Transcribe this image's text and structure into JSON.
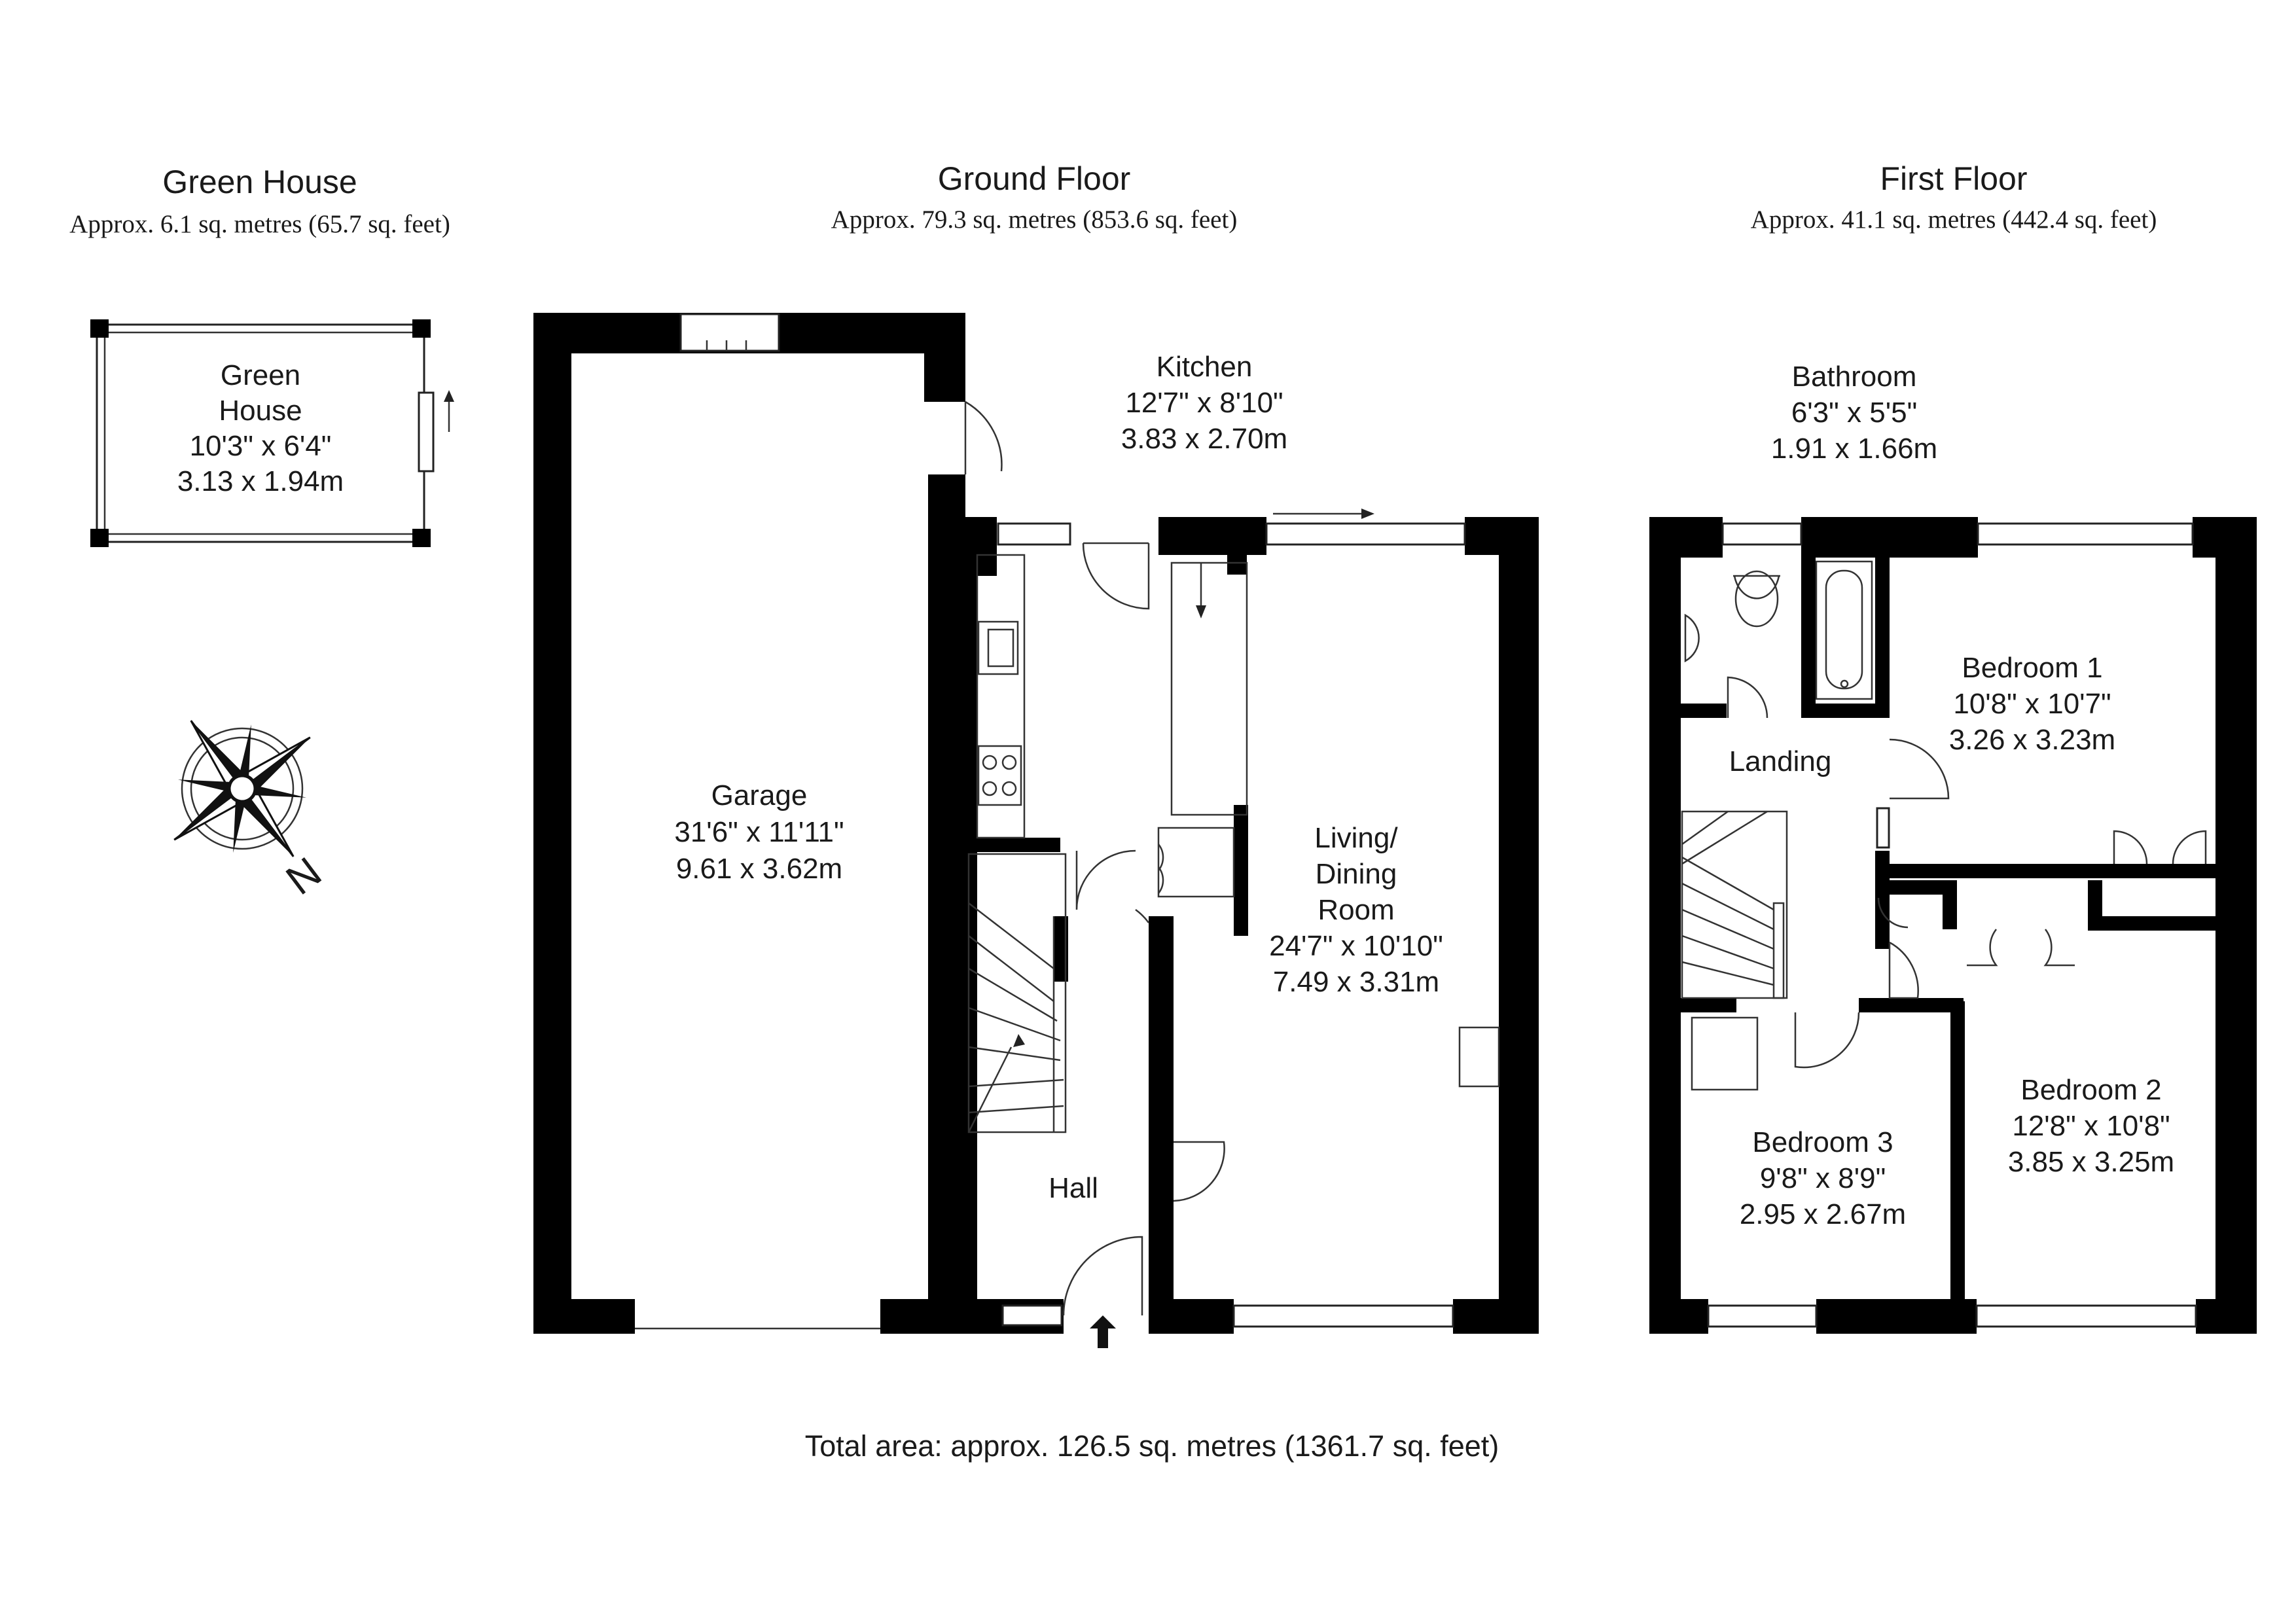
{
  "sections": {
    "green_house": {
      "title": "Green House",
      "area": "Approx. 6.1 sq. metres (65.7 sq. feet)"
    },
    "ground_floor": {
      "title": "Ground Floor",
      "area": "Approx. 79.3 sq. metres (853.6 sq. feet)"
    },
    "first_floor": {
      "title": "First Floor",
      "area": "Approx. 41.1 sq. metres (442.4 sq. feet)"
    }
  },
  "rooms": {
    "green_house": {
      "line1": "Green",
      "line2": "House",
      "imperial": "10'3\" x 6'4\"",
      "metric": "3.13 x 1.94m"
    },
    "garage": {
      "name": "Garage",
      "imperial": "31'6\" x 11'11\"",
      "metric": "9.61 x 3.62m"
    },
    "kitchen": {
      "name": "Kitchen",
      "imperial": "12'7\" x 8'10\"",
      "metric": "3.83 x 2.70m"
    },
    "living": {
      "line1": "Living/",
      "line2": "Dining",
      "line3": "Room",
      "imperial": "24'7\" x 10'10\"",
      "metric": "7.49 x 3.31m"
    },
    "hall": {
      "name": "Hall"
    },
    "bathroom": {
      "name": "Bathroom",
      "imperial": "6'3\" x 5'5\"",
      "metric": "1.91 x 1.66m"
    },
    "landing": {
      "name": "Landing"
    },
    "bedroom1": {
      "name": "Bedroom 1",
      "imperial": "10'8\" x 10'7\"",
      "metric": "3.26 x 3.23m"
    },
    "bedroom2": {
      "name": "Bedroom 2",
      "imperial": "12'8\" x 10'8\"",
      "metric": "3.85 x 3.25m"
    },
    "bedroom3": {
      "name": "Bedroom 3",
      "imperial": "9'8\" x 8'9\"",
      "metric": "2.95 x 2.67m"
    }
  },
  "compass": {
    "label": "N"
  },
  "total_area": "Total area: approx. 126.5 sq. metres (1361.7 sq. feet)"
}
